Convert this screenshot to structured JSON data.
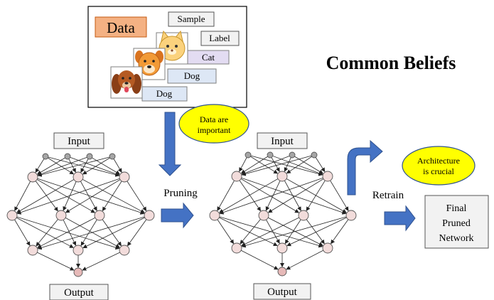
{
  "data_panel": {
    "title": "Data",
    "column_sample": "Sample",
    "column_label": "Label",
    "label_cat": "Cat",
    "label_dog_1": "Dog",
    "label_dog_2": "Dog"
  },
  "callouts": {
    "data_important": [
      "Data are",
      "important"
    ],
    "architecture_crucial": [
      "Architecture",
      "is crucial"
    ]
  },
  "heading": "Common Beliefs",
  "steps": {
    "pruning": "Pruning",
    "retrain": "Retrain"
  },
  "network_left": {
    "input_label": "Input",
    "output_label": "Output"
  },
  "network_right": {
    "input_label": "Input",
    "output_label": "Output"
  },
  "final_box": [
    "Final",
    "Pruned",
    "Network"
  ],
  "colors": {
    "arrow_blue": "#4472c4",
    "arrow_blue_dark": "#2f528f",
    "callout_yellow": "#ffff00",
    "data_box_fill": "#f4b183",
    "node_pink": "#f2dcdb",
    "output_node": "#e6b9b8",
    "input_node": "#a6a6a6",
    "label_box_fill": "#f2f2f2",
    "label_cat_fill": "#e3dcf2",
    "label_dog_fill": "#dde7f5"
  }
}
